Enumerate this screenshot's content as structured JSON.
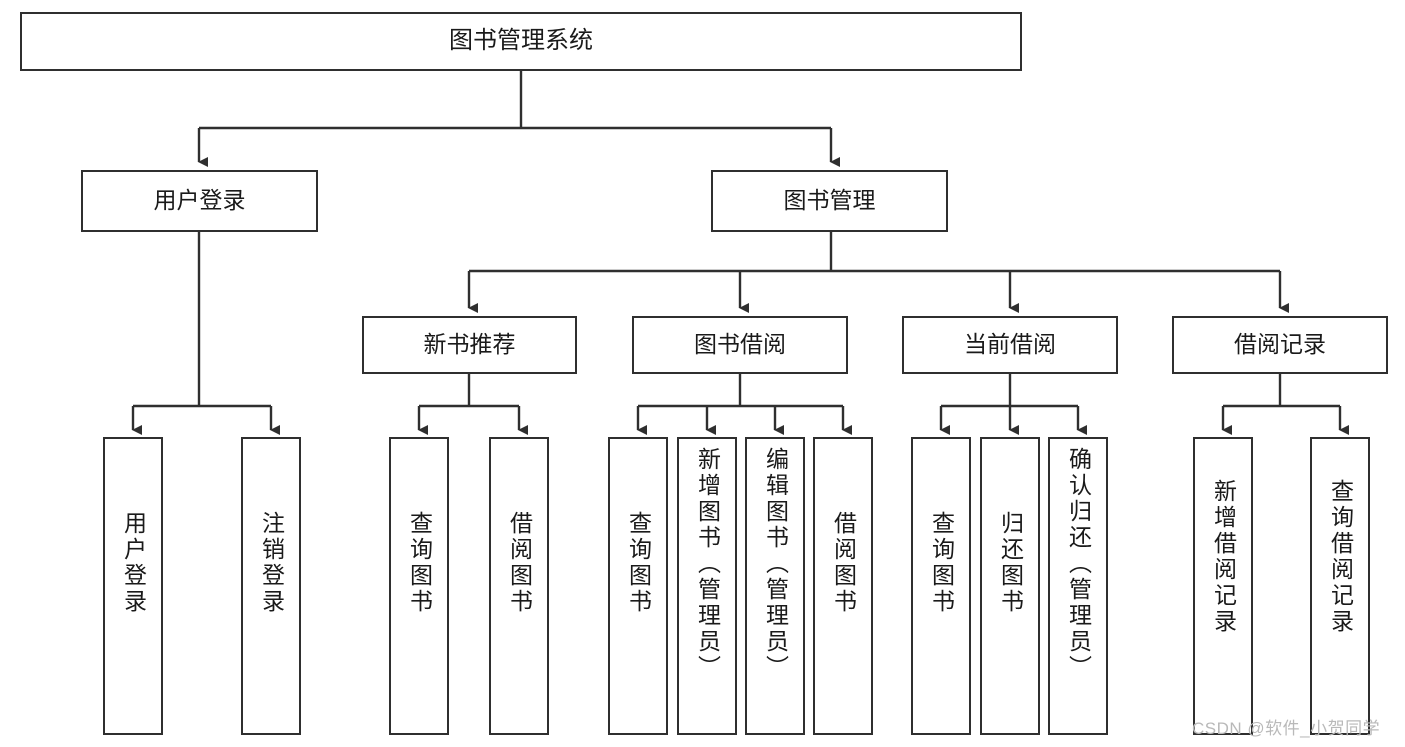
{
  "diagram": {
    "type": "tree-hierarchy",
    "title": "图书管理系统",
    "orientation": "top-down",
    "colors": {
      "box_border": "#2f2f2f",
      "box_fill": "#ffffff",
      "connector": "#2f2f2f",
      "text": "#1a1a1a",
      "watermark": "#b9b9b9",
      "background": "#ffffff"
    },
    "levels": {
      "root": {
        "label": "图书管理系统"
      },
      "level2": [
        {
          "label": "用户登录"
        },
        {
          "label": "图书管理"
        }
      ],
      "level3": [
        {
          "label": "新书推荐"
        },
        {
          "label": "图书借阅"
        },
        {
          "label": "当前借阅"
        },
        {
          "label": "借阅记录"
        }
      ],
      "leaves": [
        {
          "label": "用户登录",
          "parent": "用户登录"
        },
        {
          "label": "注销登录",
          "parent": "用户登录"
        },
        {
          "label": "查询图书",
          "parent": "新书推荐"
        },
        {
          "label": "借阅图书",
          "parent": "新书推荐"
        },
        {
          "label": "查询图书",
          "parent": "图书借阅"
        },
        {
          "label": "新增图书（管理员）",
          "parent": "图书借阅"
        },
        {
          "label": "编辑图书（管理员）",
          "parent": "图书借阅"
        },
        {
          "label": "借阅图书",
          "parent": "图书借阅"
        },
        {
          "label": "查询图书",
          "parent": "当前借阅"
        },
        {
          "label": "归还图书",
          "parent": "当前借阅"
        },
        {
          "label": "确认归还（管理员）",
          "parent": "当前借阅"
        },
        {
          "label": "新增借阅记录",
          "parent": "借阅记录"
        },
        {
          "label": "查询借阅记录",
          "parent": "借阅记录"
        }
      ]
    },
    "watermark": "CSDN @软件_小贺同学"
  }
}
